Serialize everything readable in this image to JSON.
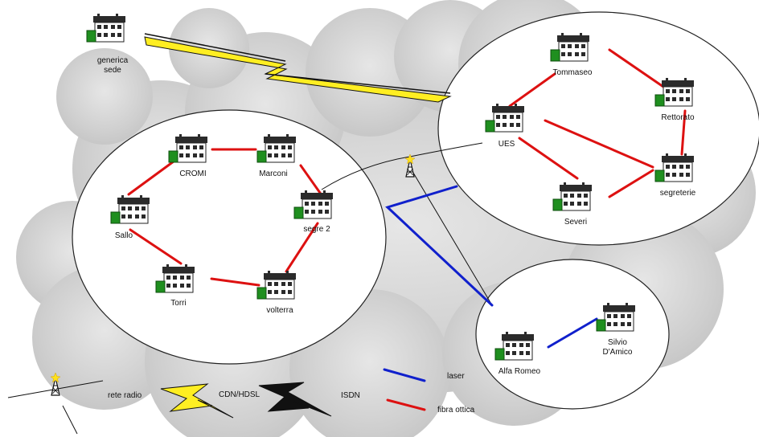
{
  "sites": {
    "generica_sede": "generica\nsede",
    "tommaseo": "Tommaseo",
    "rettorato": "Rettorato",
    "ues": "UES",
    "segreterie": "segreterie",
    "severi": "Severi",
    "cromi": "CROMI",
    "marconi": "Marconi",
    "sallo": "Sallo",
    "segre2": "segre 2",
    "torri": "Torri",
    "volterra": "volterra",
    "alfa_romeo": "Alfa Romeo",
    "silvio_damico": "Silvio\nD'Amico"
  },
  "legend": {
    "rete_radio": "rete radio",
    "cdn_hdsl": "CDN/HDSL",
    "isdn": "ISDN",
    "laser": "laser",
    "fibra_ottica": "fibra ottica"
  },
  "colors": {
    "fiber": "#dd1111",
    "laser": "#1020cc",
    "cdn_hdsl": "#ffee22",
    "isdn": "#111111",
    "cloud": "#d4d4d4",
    "building_roof": "#2b2b2b",
    "building_annex": "#1f8f1f"
  }
}
